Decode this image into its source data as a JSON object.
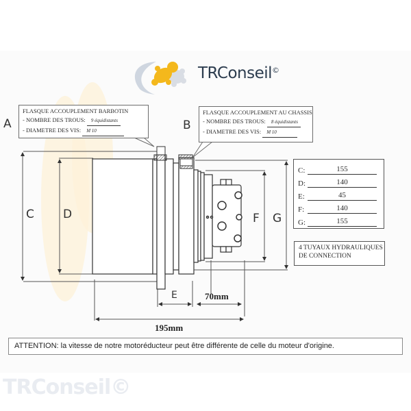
{
  "brand": {
    "name": "TRConseil",
    "symbol": "©",
    "accent_color": "#f4b81c",
    "text_color": "#2d3d4f"
  },
  "watermark": "TRConseil©",
  "callouts": {
    "a": {
      "letter": "A",
      "title": "FLASQUE ACCOUPLEMENT BARBOTIN",
      "holes_label": "- NOMBRE DES TROUS:",
      "holes_value": "9 équidistants",
      "screw_label": "- DIAMETRE DES VIS:",
      "screw_value": "M 10"
    },
    "b": {
      "letter": "B",
      "title": "FLASQUE ACCOUPLEMENT AU CHASSIS",
      "holes_label": "- NOMBRE DES TROUS:",
      "holes_value": "8 équidistants",
      "screw_label": "- DIAMETRE DES VIS:",
      "screw_value": "M 10"
    }
  },
  "dimension_letters": {
    "c": "C",
    "d": "D",
    "e": "E",
    "f": "F",
    "g": "G"
  },
  "specs": [
    {
      "key": "C:",
      "value": "155"
    },
    {
      "key": "D:",
      "value": "140"
    },
    {
      "key": "E:",
      "value": "45"
    },
    {
      "key": "F:",
      "value": "140"
    },
    {
      "key": "G:",
      "value": "155"
    }
  ],
  "hydraulics": {
    "line1": "4 TUYAUX HYDRAULIQUES",
    "line2": "DE CONNECTION"
  },
  "dimensions": {
    "length_70": "70mm",
    "length_195": "195mm"
  },
  "attention": "ATTENTION: la vitesse de notre motoréducteur peut être différente de celle du moteur d'origine."
}
